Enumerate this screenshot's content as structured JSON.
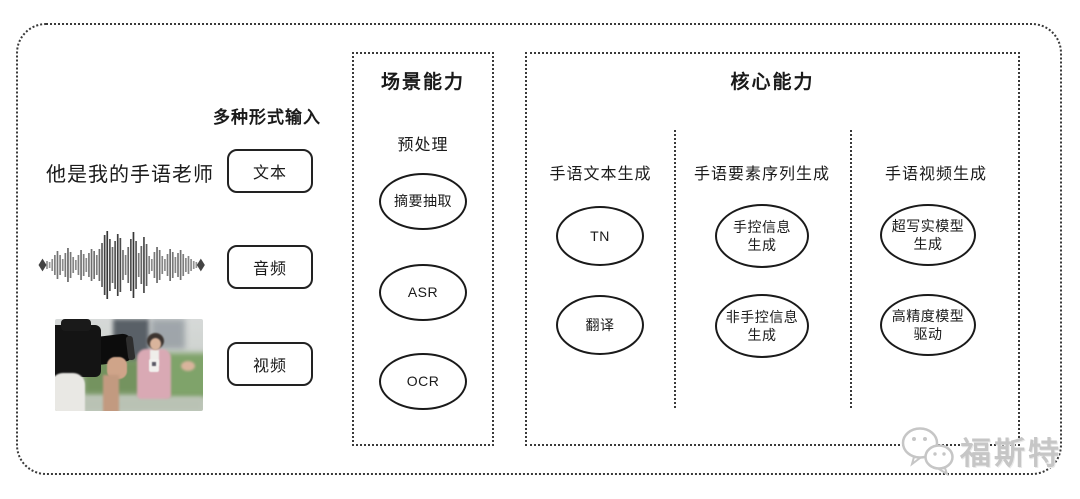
{
  "input_section": {
    "label": "多种形式输入",
    "text_example": "他是我的手语老师",
    "items": [
      {
        "kind": "text",
        "tag": "文本"
      },
      {
        "kind": "audio",
        "tag": "音频"
      },
      {
        "kind": "video",
        "tag": "视频"
      }
    ]
  },
  "scene_box": {
    "title": "场景能力",
    "subtitle": "预处理",
    "nodes": [
      "摘要抽取",
      "ASR",
      "OCR"
    ]
  },
  "core_box": {
    "title": "核心能力",
    "columns": [
      {
        "header": "手语文本生成",
        "nodes": [
          "TN",
          "翻译"
        ]
      },
      {
        "header": "手语要素序列生成",
        "nodes": [
          "手控信息\n生成",
          "非手控信息\n生成"
        ]
      },
      {
        "header": "手语视频生成",
        "nodes": [
          "超写实模型\n生成",
          "高精度模型\n驱动"
        ]
      }
    ]
  },
  "watermark": {
    "icon": "wechat-icon",
    "text": "福斯特"
  },
  "colors": {
    "line": "#1a1a1a",
    "border_dots": "#3a3a3a",
    "watermark": "#c6c6c6"
  }
}
